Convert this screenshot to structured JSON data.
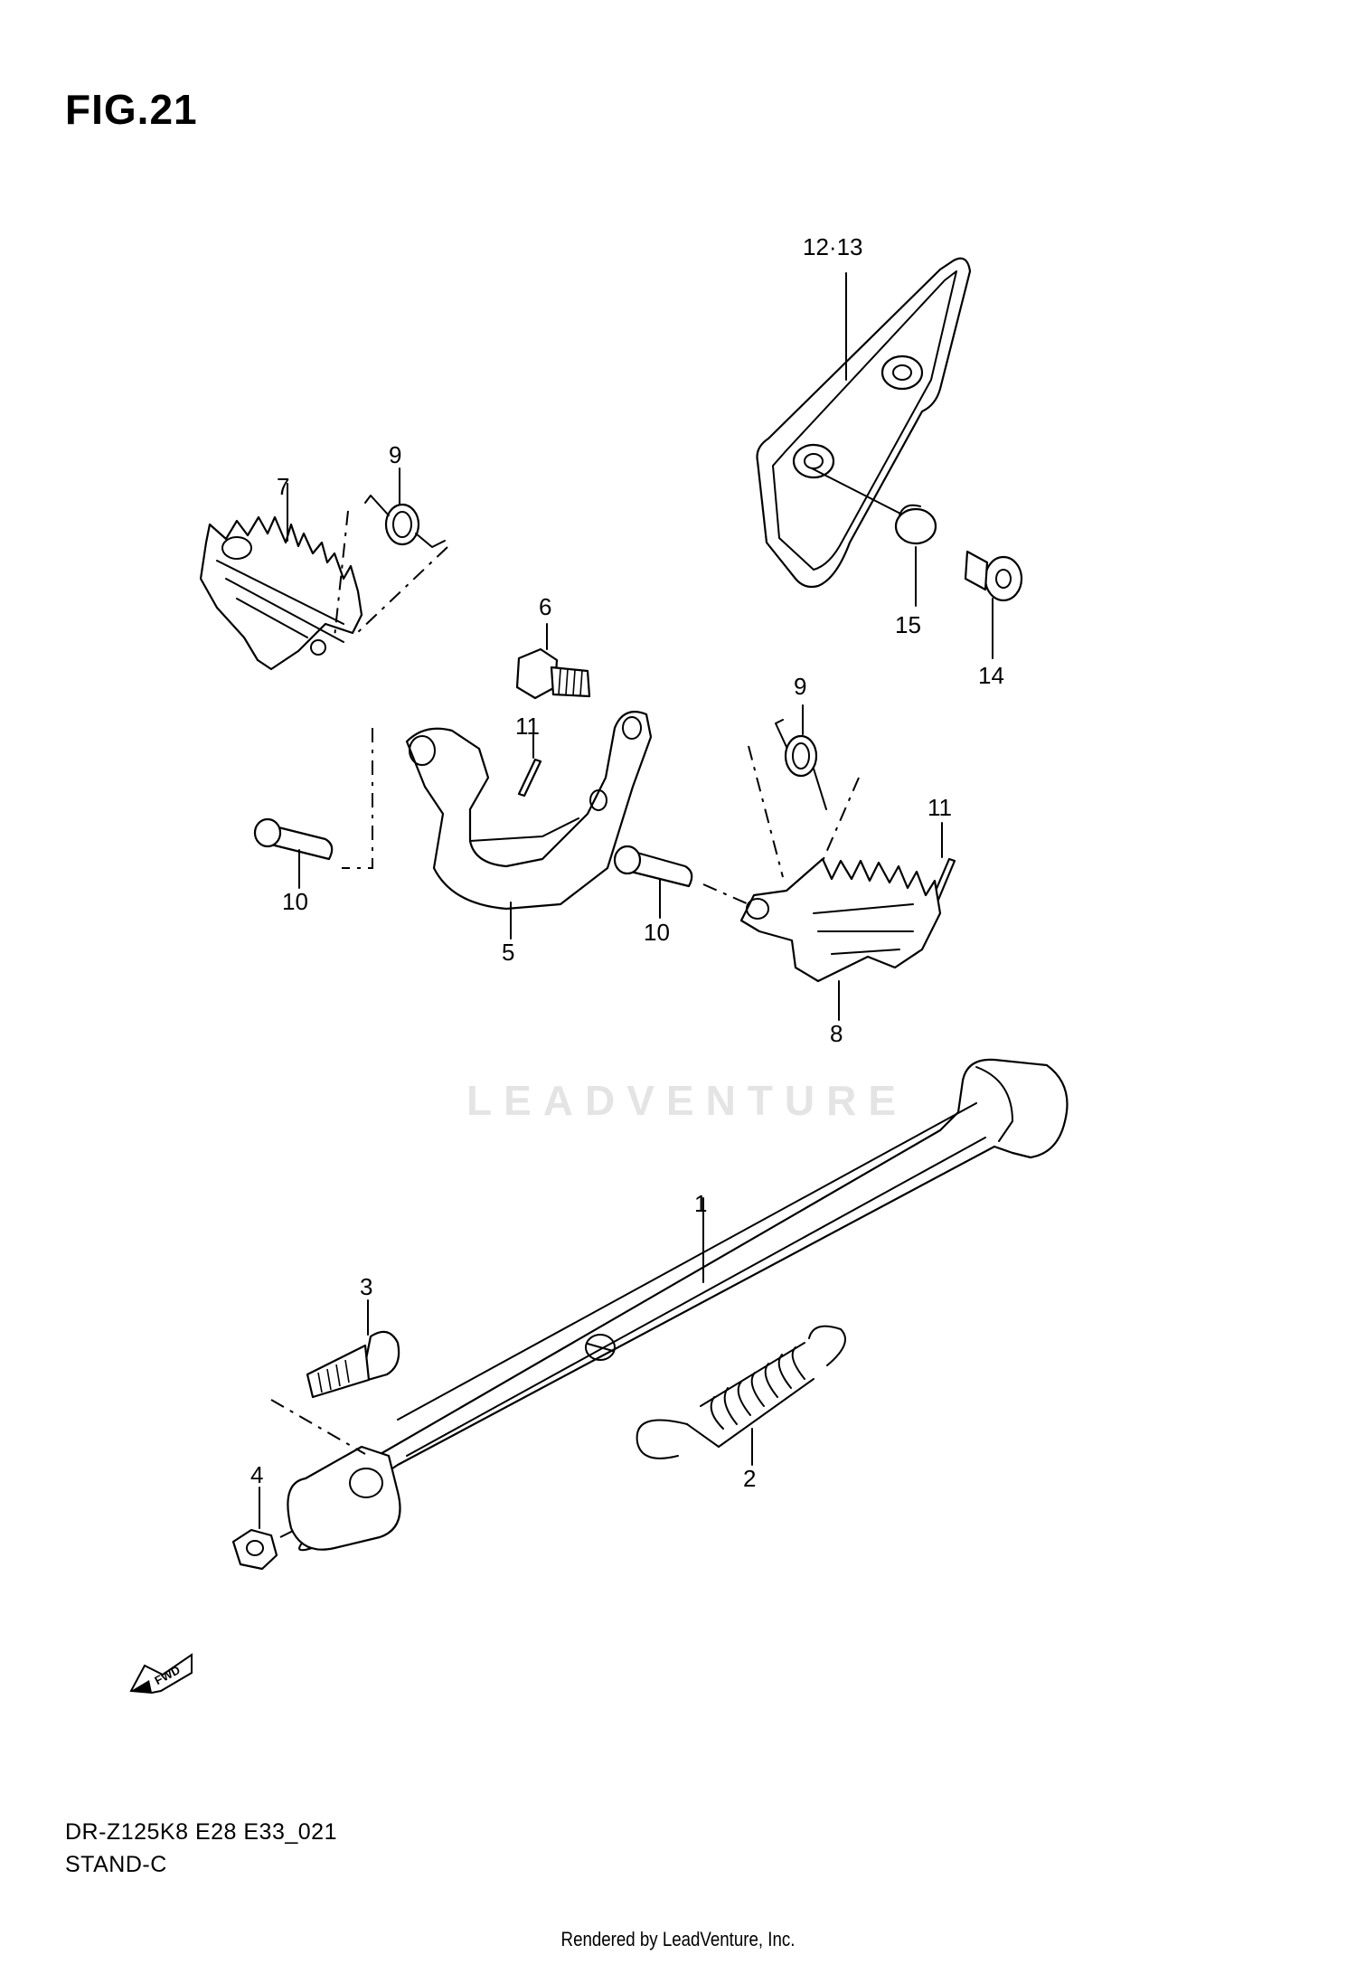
{
  "figure": {
    "title": "FIG.21",
    "model_code": "DR-Z125K8 E28 E33_021",
    "section": "STAND-C"
  },
  "watermark": "LEADVENTURE",
  "footer": "Rendered by LeadVenture, Inc.",
  "fwd_badge": "FWD",
  "callouts": {
    "c1": "1",
    "c2": "2",
    "c3": "3",
    "c4": "4",
    "c5": "5",
    "c6": "6",
    "c7": "7",
    "c8": "8",
    "c9a": "9",
    "c9b": "9",
    "c10a": "10",
    "c10b": "10",
    "c11a": "11",
    "c11b": "11",
    "c1213": "12·13",
    "c14": "14",
    "c15": "15"
  }
}
